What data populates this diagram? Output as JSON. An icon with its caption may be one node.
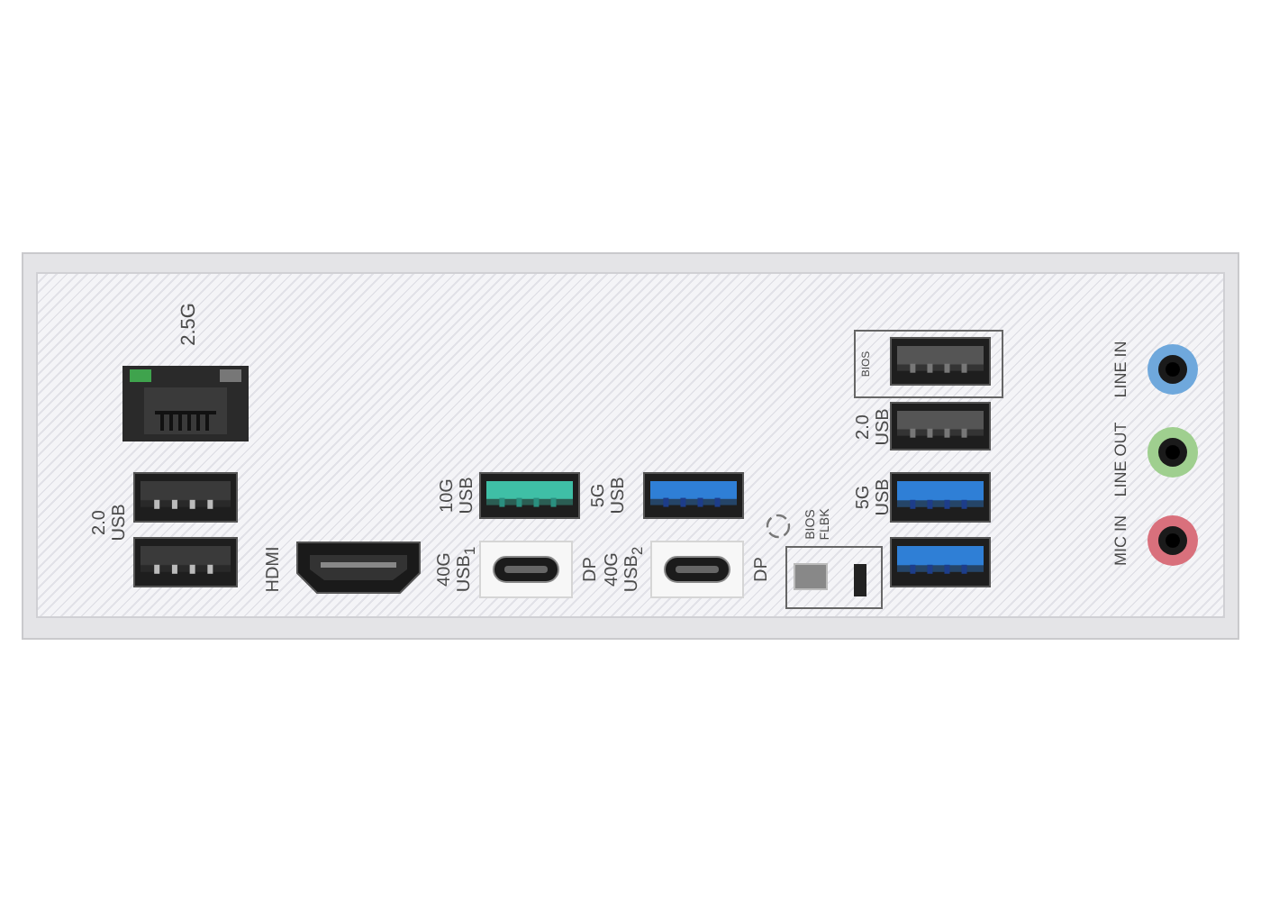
{
  "diagram": {
    "labels": [
      "2.5G",
      "2.0 USB",
      "HDMI",
      "10G USB",
      "40G USB$_{1}$",
      "5G USB",
      "DP",
      "40G USB$_{2}$",
      "DP",
      "BIOS FLBK",
      "BIOS",
      "2.0 USB",
      "5G USB",
      "LINE IN",
      "LINE OUT",
      "MIC IN"
    ]
  }
}
